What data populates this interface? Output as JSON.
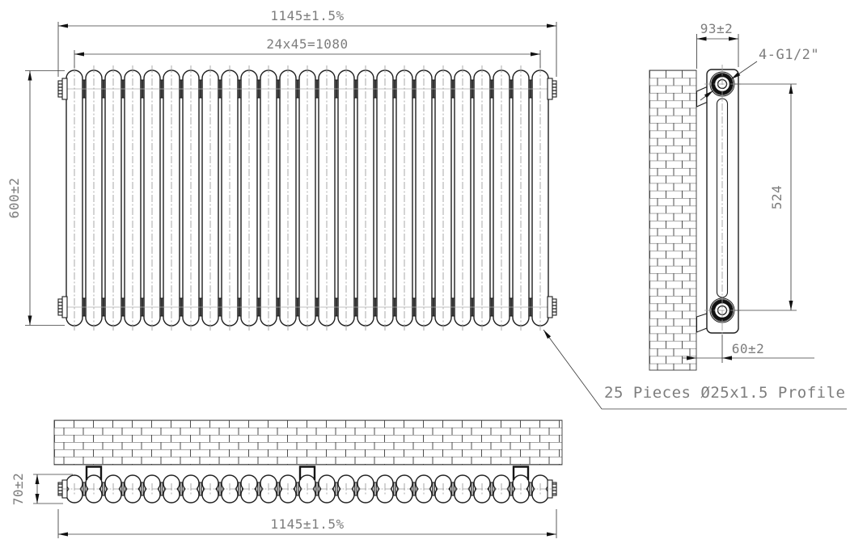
{
  "drawing": {
    "title_semantic": "column-radiator-technical-drawing",
    "tube_count": 25,
    "top_view_bracket_indices": [
      1,
      12,
      23
    ],
    "front": {
      "dim_total_width": "1145±1.5%",
      "dim_tube_centers": "24x45=1080",
      "dim_height": "600±2"
    },
    "side": {
      "dim_depth": "93±2",
      "thread_label": "4-G1/2\"",
      "dim_connection_centers": "524",
      "dim_wall_offset": "60±2"
    },
    "top": {
      "dim_depth": "70±2",
      "dim_total_width": "1145±1.5%"
    },
    "callout_label": "25 Pieces Ø25x1.5 Profile",
    "colors": {
      "line": "#1f1f1f",
      "dim_line": "#3c3c3c",
      "dim_text": "#7d7d7d",
      "centerline": "#9b9b9b",
      "background": "#ffffff"
    }
  }
}
